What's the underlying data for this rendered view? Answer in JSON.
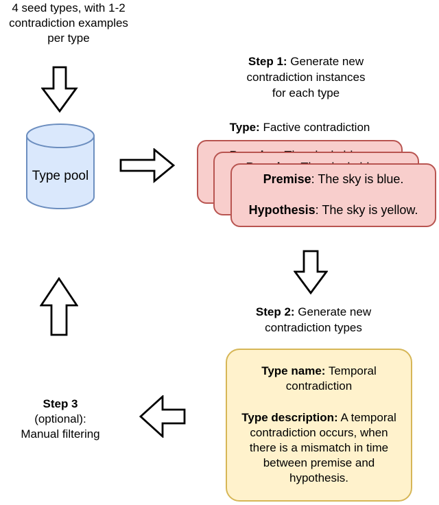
{
  "figure": {
    "description": "Flowchart of contradiction-generation pipeline"
  },
  "colors": {
    "background": "#ffffff",
    "text": "#000000",
    "arrow_stroke": "#000000",
    "arrow_fill": "#ffffff",
    "cylinder_fill": "#dae8fc",
    "cylinder_stroke": "#6c8ebf",
    "card_fill": "#f8cecc",
    "card_stroke": "#b85450",
    "note_fill": "#fff2cc",
    "note_stroke": "#d6b656"
  },
  "seed_note": {
    "line1": "4 seed types, with 1-2",
    "line2": "contradiction examples",
    "line3": "per type"
  },
  "type_pool": {
    "label": "Type pool"
  },
  "step1": {
    "bold": "Step 1:",
    "rest": " Generate new",
    "line2": "contradiction instances",
    "line3": "for each type"
  },
  "type_heading": {
    "bold": "Type:",
    "rest": " Factive contradiction"
  },
  "cards": [
    {
      "premise_bold": "Premise",
      "premise_rest": ": The sky is blue.",
      "hypothesis_bold": "Hypothesis",
      "hypothesis_rest": ": The sky is yellow."
    },
    {
      "premise_bold": "Premise",
      "premise_rest": ": The sky is blue.",
      "hypothesis_bold": "Hypothesis",
      "hypothesis_rest": ": The sky is yellow."
    },
    {
      "premise_bold": "Premise",
      "premise_rest": ": The sky is blue.",
      "hypothesis_bold": "Hypothesis",
      "hypothesis_rest": ": The sky is yellow."
    }
  ],
  "step2": {
    "bold": "Step 2:",
    "rest": " Generate new",
    "line2": "contradiction types"
  },
  "note": {
    "name_bold": "Type name:",
    "name_rest": " Temporal",
    "name_line2": "contradiction",
    "desc_bold": "Type description:",
    "desc_rest": " A temporal",
    "desc_line2": "contradiction occurs, when",
    "desc_line3": "there is a mismatch in time",
    "desc_line4": "between premise and",
    "desc_line5": "hypothesis."
  },
  "step3": {
    "bold": "Step 3",
    "line2": "(optional):",
    "line3": "Manual filtering"
  },
  "icons": {
    "arrow_down_1": "hollow-down-arrow",
    "arrow_right": "hollow-right-arrow",
    "arrow_down_2": "hollow-down-arrow",
    "arrow_left": "hollow-left-arrow",
    "arrow_up": "hollow-up-arrow",
    "type_pool_shape": "database-cylinder"
  }
}
